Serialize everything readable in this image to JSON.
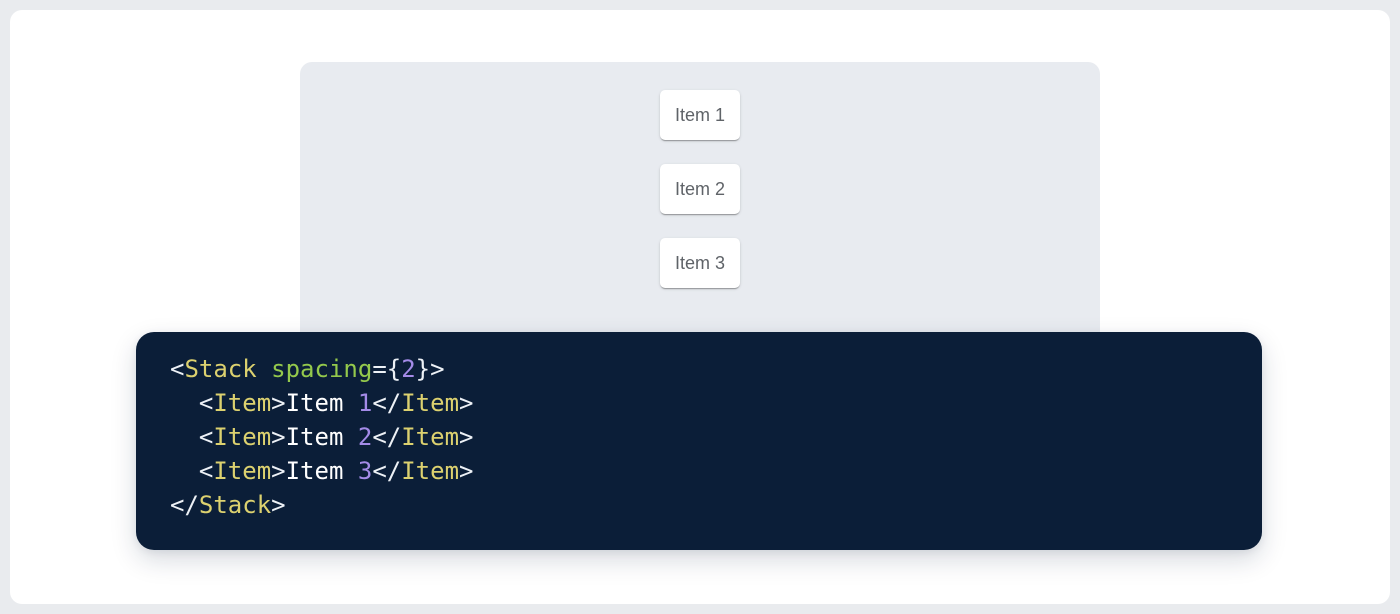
{
  "theme": {
    "outer_bg": "#E9EBEE",
    "page_bg": "#FFFFFF",
    "panel_bg": "#E8EBF0",
    "item_bg": "#FFFFFF",
    "item_text": "#5F6368",
    "code_bg": "#0B1E38"
  },
  "demo": {
    "items": [
      {
        "label": "Item 1"
      },
      {
        "label": "Item 2"
      },
      {
        "label": "Item 3"
      }
    ]
  },
  "code": {
    "language": "jsx",
    "token_colors": {
      "punct": "#EDF1F6",
      "tag": "#DCD16F",
      "attr": "#94C94C",
      "number": "#A48BE8",
      "plain": "#FFFFFF"
    },
    "lines": [
      [
        {
          "t": "punct",
          "v": "<"
        },
        {
          "t": "tag",
          "v": "Stack"
        },
        {
          "t": "plain",
          "v": " "
        },
        {
          "t": "attr",
          "v": "spacing"
        },
        {
          "t": "punct",
          "v": "={"
        },
        {
          "t": "number",
          "v": "2"
        },
        {
          "t": "punct",
          "v": "}>"
        }
      ],
      [
        {
          "t": "plain",
          "v": "  "
        },
        {
          "t": "punct",
          "v": "<"
        },
        {
          "t": "tag",
          "v": "Item"
        },
        {
          "t": "punct",
          "v": ">"
        },
        {
          "t": "plain",
          "v": "Item "
        },
        {
          "t": "number",
          "v": "1"
        },
        {
          "t": "punct",
          "v": "</"
        },
        {
          "t": "tag",
          "v": "Item"
        },
        {
          "t": "punct",
          "v": ">"
        }
      ],
      [
        {
          "t": "plain",
          "v": "  "
        },
        {
          "t": "punct",
          "v": "<"
        },
        {
          "t": "tag",
          "v": "Item"
        },
        {
          "t": "punct",
          "v": ">"
        },
        {
          "t": "plain",
          "v": "Item "
        },
        {
          "t": "number",
          "v": "2"
        },
        {
          "t": "punct",
          "v": "</"
        },
        {
          "t": "tag",
          "v": "Item"
        },
        {
          "t": "punct",
          "v": ">"
        }
      ],
      [
        {
          "t": "plain",
          "v": "  "
        },
        {
          "t": "punct",
          "v": "<"
        },
        {
          "t": "tag",
          "v": "Item"
        },
        {
          "t": "punct",
          "v": ">"
        },
        {
          "t": "plain",
          "v": "Item "
        },
        {
          "t": "number",
          "v": "3"
        },
        {
          "t": "punct",
          "v": "</"
        },
        {
          "t": "tag",
          "v": "Item"
        },
        {
          "t": "punct",
          "v": ">"
        }
      ],
      [
        {
          "t": "punct",
          "v": "</"
        },
        {
          "t": "tag",
          "v": "Stack"
        },
        {
          "t": "punct",
          "v": ">"
        }
      ]
    ]
  }
}
